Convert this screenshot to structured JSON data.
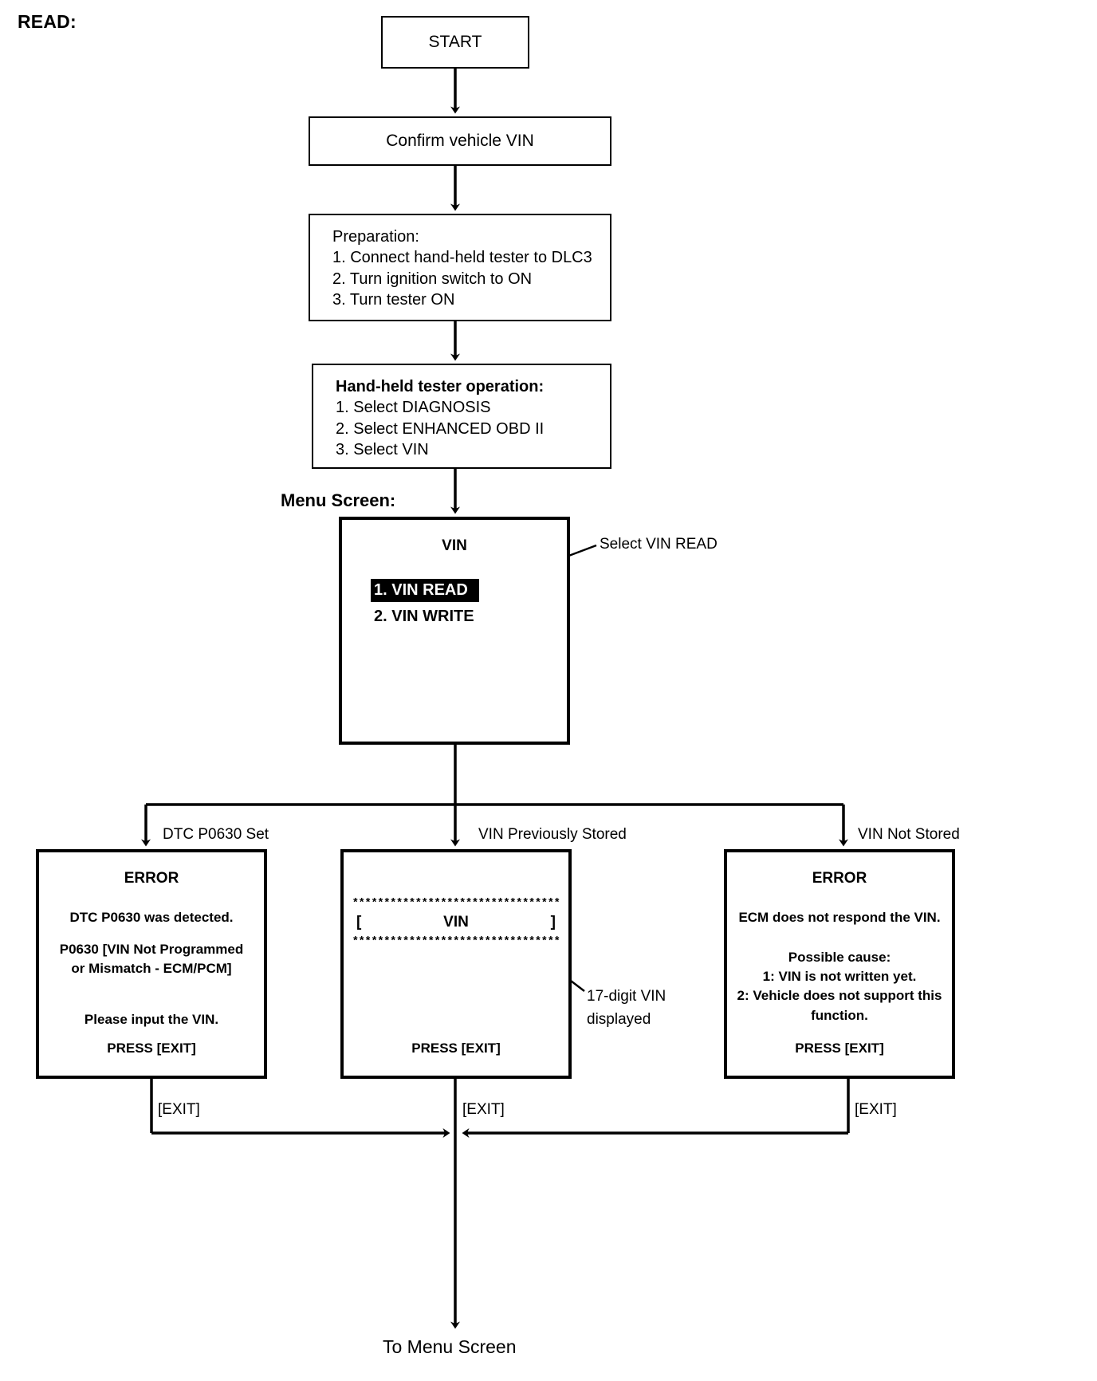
{
  "page": {
    "section_label": "READ:",
    "menu_screen_label": "Menu Screen:",
    "footer_label": "To Menu Screen"
  },
  "flow": {
    "start": "START",
    "confirm_vin": "Confirm vehicle VIN",
    "preparation": {
      "title": "Preparation:",
      "steps": [
        "1. Connect hand-held tester to DLC3",
        "2. Turn ignition switch to ON",
        "3. Turn tester ON"
      ]
    },
    "tester_operation": {
      "title": "Hand-held tester operation:",
      "steps": [
        "1. Select DIAGNOSIS",
        "2. Select ENHANCED OBD II",
        "3. Select VIN"
      ]
    }
  },
  "menu_screen": {
    "title": "VIN",
    "items": [
      {
        "label": "1. VIN READ",
        "selected": true
      },
      {
        "label": "2. VIN WRITE",
        "selected": false
      }
    ],
    "callout": "Select VIN READ"
  },
  "branches": [
    {
      "label": "DTC P0630 Set"
    },
    {
      "label": "VIN Previously Stored"
    },
    {
      "label": "VIN Not Stored"
    }
  ],
  "error_dtc_screen": {
    "title": "ERROR",
    "line1": "DTC P0630 was detected.",
    "line2": "P0630  [VIN Not Programmed",
    "line3": "or Mismatch - ECM/PCM]",
    "line4": "Please input the VIN.",
    "press_exit": "PRESS [EXIT]"
  },
  "vin_stored_screen": {
    "stars_top": "*********************************",
    "bracket_open": "[",
    "vin_label": "VIN",
    "bracket_close": "]",
    "stars_bottom": "*********************************",
    "press_exit": "PRESS [EXIT]",
    "callout_line1": "17-digit VIN",
    "callout_line2": "displayed"
  },
  "error_nostore_screen": {
    "title": "ERROR",
    "line1": "ECM does not respond the VIN.",
    "cause_title": "Possible cause:",
    "cause1": "1: VIN is not written yet.",
    "cause2": "2: Vehicle does not support this",
    "cause3": "function.",
    "press_exit": "PRESS [EXIT]"
  },
  "exit_labels": {
    "left": "[EXIT]",
    "middle": "[EXIT]",
    "right": "[EXIT]"
  },
  "colors": {
    "stroke": "#000000",
    "background": "#ffffff",
    "highlight_bg": "#000000",
    "highlight_fg": "#ffffff"
  }
}
